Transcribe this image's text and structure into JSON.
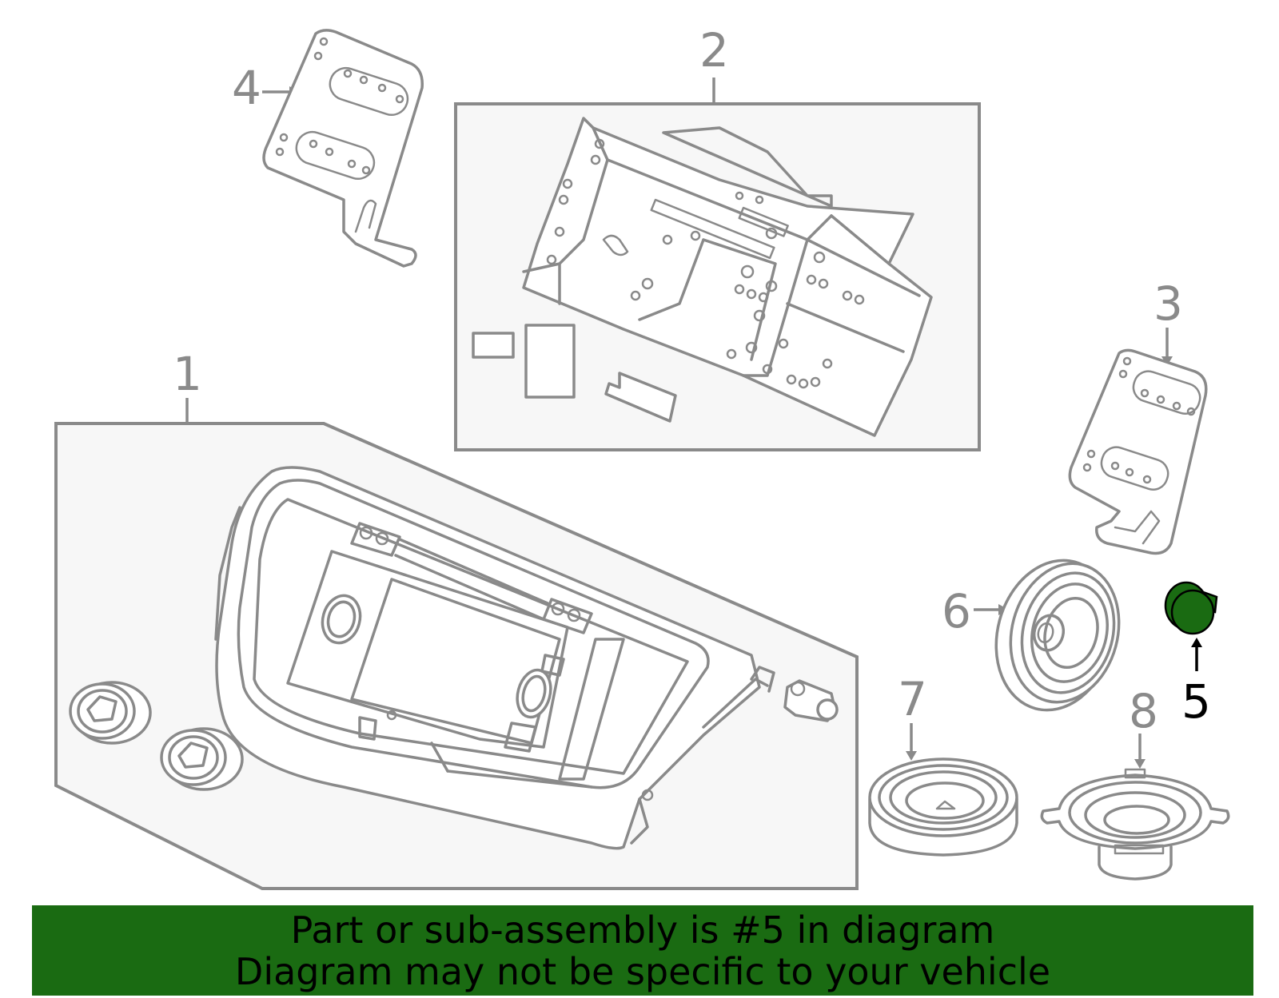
{
  "callouts": {
    "c1": "1",
    "c2": "2",
    "c3": "3",
    "c4": "4",
    "c5": "5",
    "c6": "6",
    "c7": "7",
    "c8": "8"
  },
  "highlight": {
    "part_number": "5",
    "color": "#1a6b12"
  },
  "banner": {
    "line1": "Part or sub-assembly is #5 in diagram",
    "line2": "Diagram may not be specific to your vehicle",
    "color": "#1a6b12"
  },
  "colors": {
    "line_art": "#8a8a8a",
    "highlight_label": "#000000"
  }
}
